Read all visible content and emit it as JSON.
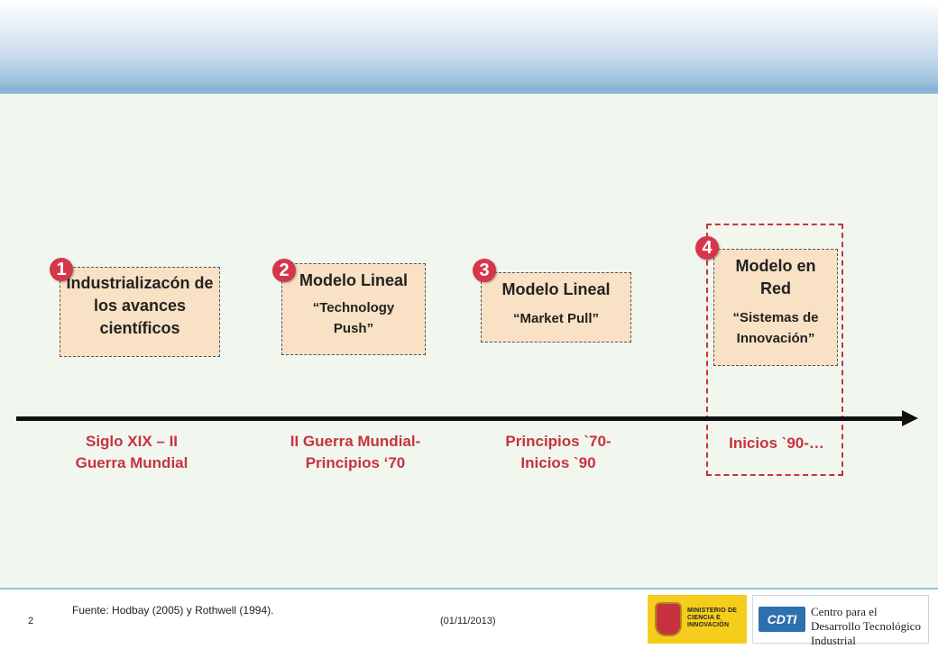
{
  "stages": [
    {
      "num": "1",
      "title": "Industrializacón de los avances científicos",
      "subtitle": ""
    },
    {
      "num": "2",
      "title": "Modelo Lineal",
      "subtitle": "“Technology Push”"
    },
    {
      "num": "3",
      "title": "Modelo Lineal",
      "subtitle": "“Market Pull”"
    },
    {
      "num": "4",
      "title": "Modelo en Red",
      "subtitle": "“Sistemas de Innovación”"
    }
  ],
  "periods": [
    "Siglo XIX – II Guerra Mundial",
    "II Guerra Mundial- Principios ‘70",
    "Principios `70- Inicios `90",
    "Inicios `90-…"
  ],
  "footer": {
    "source": "Fuente: Hodbay  (2005)  y Rothwell (1994).",
    "page_number": "2",
    "date": "(01/11/2013)",
    "ministry_logo_text": "MINISTERIO DE CIENCIA E INNOVACIÓN",
    "cdti_logo_text": "CDTI",
    "cdti_name": "Centro para el Desarrollo Tecnológico Industrial"
  },
  "colors": {
    "accent_red": "#c8323f",
    "badge_red": "#d6364a",
    "box_fill": "#f8e1c4",
    "background": "#f1f7ef"
  }
}
